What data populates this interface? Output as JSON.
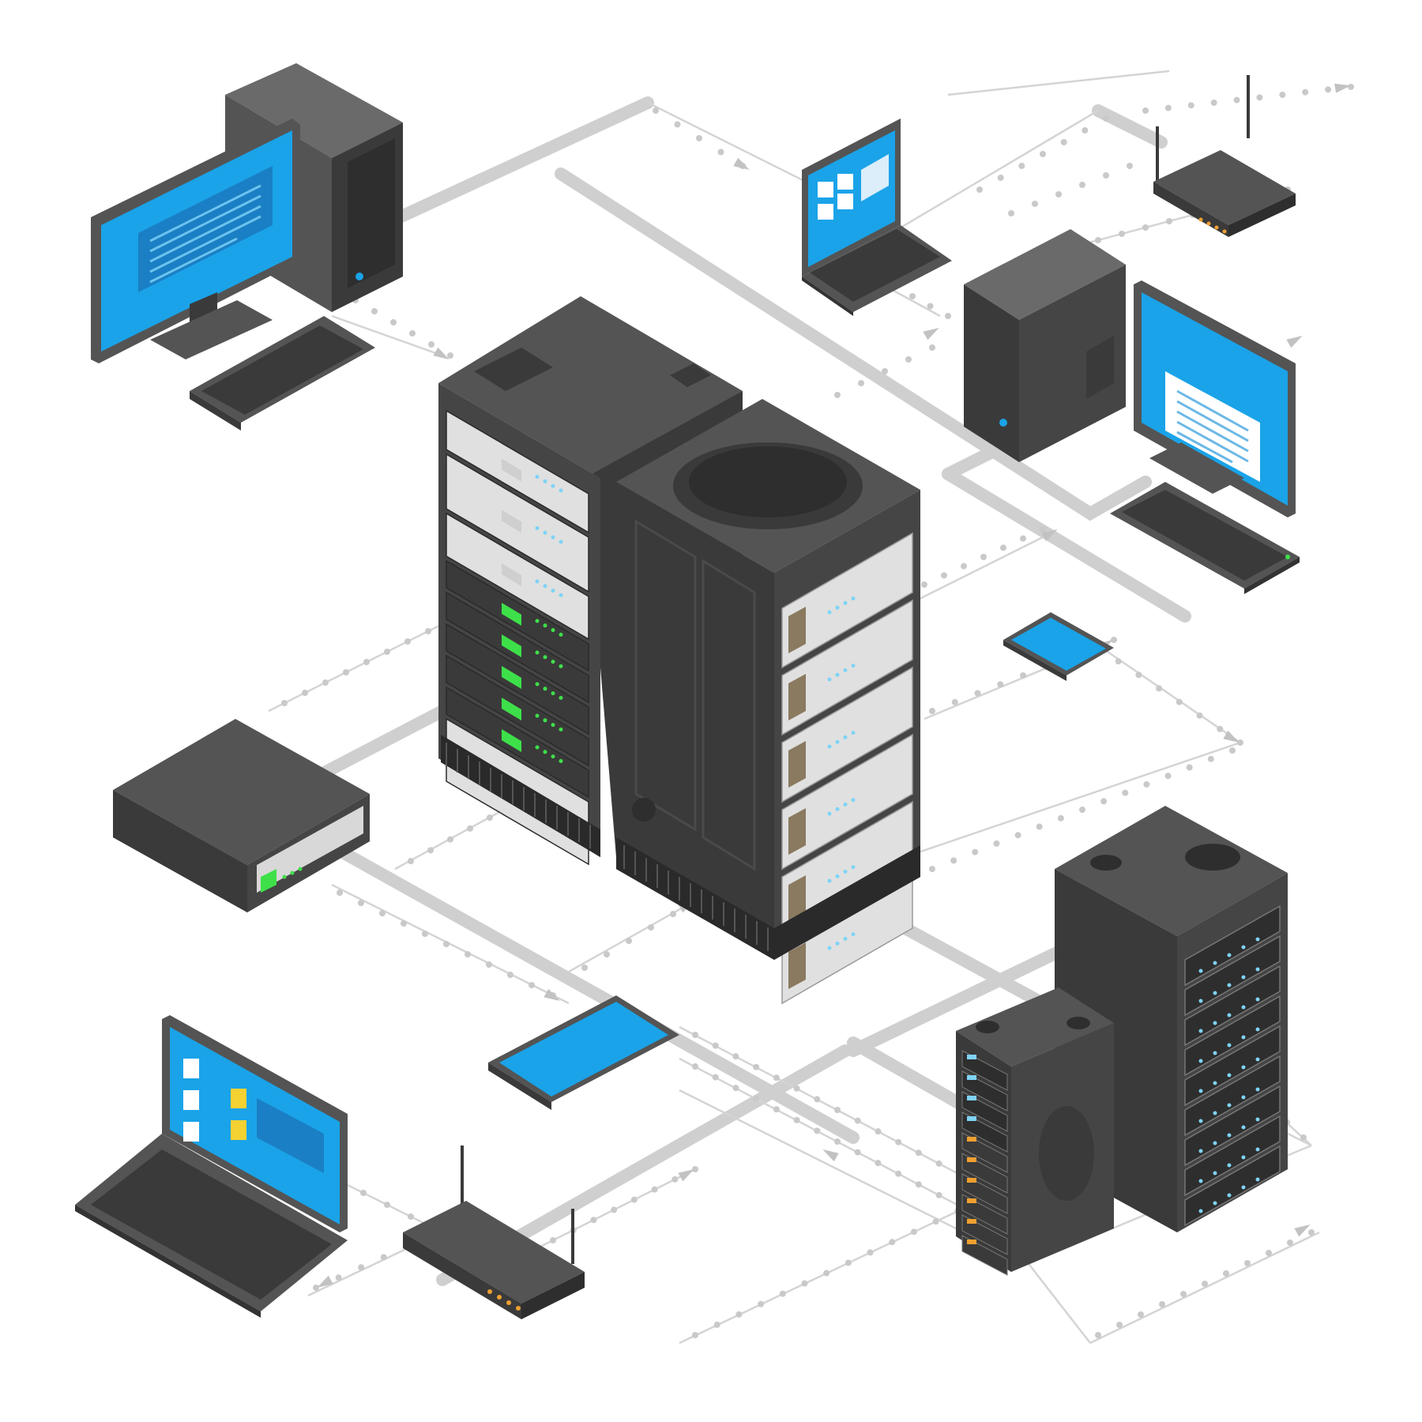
{
  "diagram": {
    "type": "isometric-network-illustration",
    "nodes": [
      {
        "id": "desktop-top-left",
        "icon": "desktop-pc-icon"
      },
      {
        "id": "laptop-top",
        "icon": "laptop-icon"
      },
      {
        "id": "router-top-right",
        "icon": "wifi-router-icon"
      },
      {
        "id": "desktop-right",
        "icon": "desktop-pc-icon"
      },
      {
        "id": "server-rack-center-a",
        "icon": "server-rack-icon"
      },
      {
        "id": "server-rack-center-b",
        "icon": "server-rack-icon"
      },
      {
        "id": "network-switch-left",
        "icon": "network-switch-icon"
      },
      {
        "id": "tablet-right",
        "icon": "tablet-icon"
      },
      {
        "id": "tablet-bottom",
        "icon": "tablet-icon"
      },
      {
        "id": "laptop-bottom-left",
        "icon": "laptop-icon"
      },
      {
        "id": "router-bottom",
        "icon": "wifi-router-icon"
      },
      {
        "id": "server-rack-bottom-right-a",
        "icon": "server-rack-icon"
      },
      {
        "id": "server-rack-bottom-right-b",
        "icon": "server-rack-icon"
      }
    ],
    "colors": {
      "screen": "#1aa3e8",
      "screen_dark": "#1a7fc4",
      "device_dark": "#3a3a3a",
      "device_mid": "#545454",
      "device_light": "#6a6a6a",
      "panel": "#e0e0e0",
      "led_green": "#3ee04a",
      "led_blue": "#7fd3f5",
      "led_orange": "#f0a030",
      "wire": "#cfcfcf",
      "folder": "#f5d132"
    }
  }
}
